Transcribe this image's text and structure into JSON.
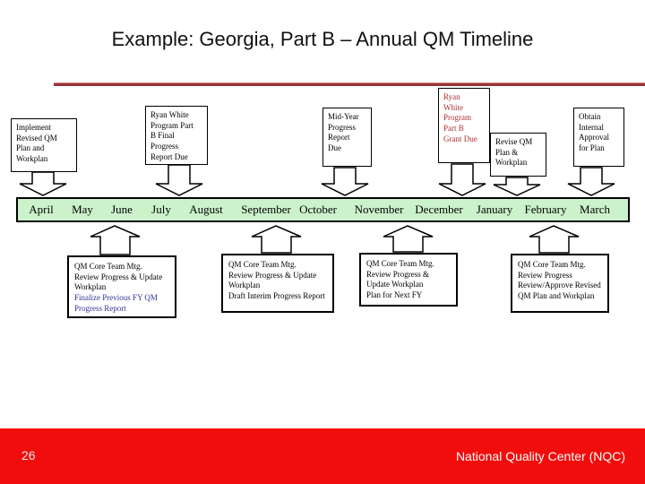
{
  "slide": {
    "title": "Example: Georgia, Part B – Annual QM Timeline",
    "page_number": "26",
    "footer": "National Quality Center (NQC)"
  },
  "colors": {
    "title_underline": "#993337",
    "footer_bar": "#f20d0d",
    "month_bar_fill": "#ccf2cc",
    "grant_due_text_red": "#b03030",
    "finalize_text_blue": "#333399",
    "box_fill": "#ffffff",
    "box_border": "#000000"
  },
  "timeline": {
    "months": [
      "April",
      "May",
      "June",
      "July",
      "August",
      "September",
      "October",
      "November",
      "December",
      "January",
      "February",
      "March"
    ]
  },
  "top_events": [
    {
      "text": "Implement\nRevised QM\nPlan and\nWorkplan"
    },
    {
      "text": "Ryan White\nProgram Part\nB Final\nProgress\nReport Due"
    },
    {
      "text": "Mid-Year\nProgress\nReport\nDue"
    },
    {
      "text": "Ryan\nWhite\nProgram\nPart B\nGrant Due"
    },
    {
      "text": "Revise QM\nPlan &\nWorkplan"
    },
    {
      "text": "Obtain\nInternal\nApproval\nfor Plan"
    }
  ],
  "bottom_events": [
    {
      "text": "QM Core Team Mtg.\nReview Progress & Update\nWorkplan",
      "text_highlight": "Finalize Previous FY QM\nProgress Report"
    },
    {
      "text": "QM Core Team Mtg.\nReview Progress & Update\nWorkplan\nDraft Interim Progress Report"
    },
    {
      "text": "QM Core Team Mtg.\nReview Progress &\nUpdate Workplan\nPlan for Next FY"
    },
    {
      "text": "QM Core Team Mtg.\nReview Progress\nReview/Approve Revised\nQM Plan and Workplan"
    }
  ]
}
